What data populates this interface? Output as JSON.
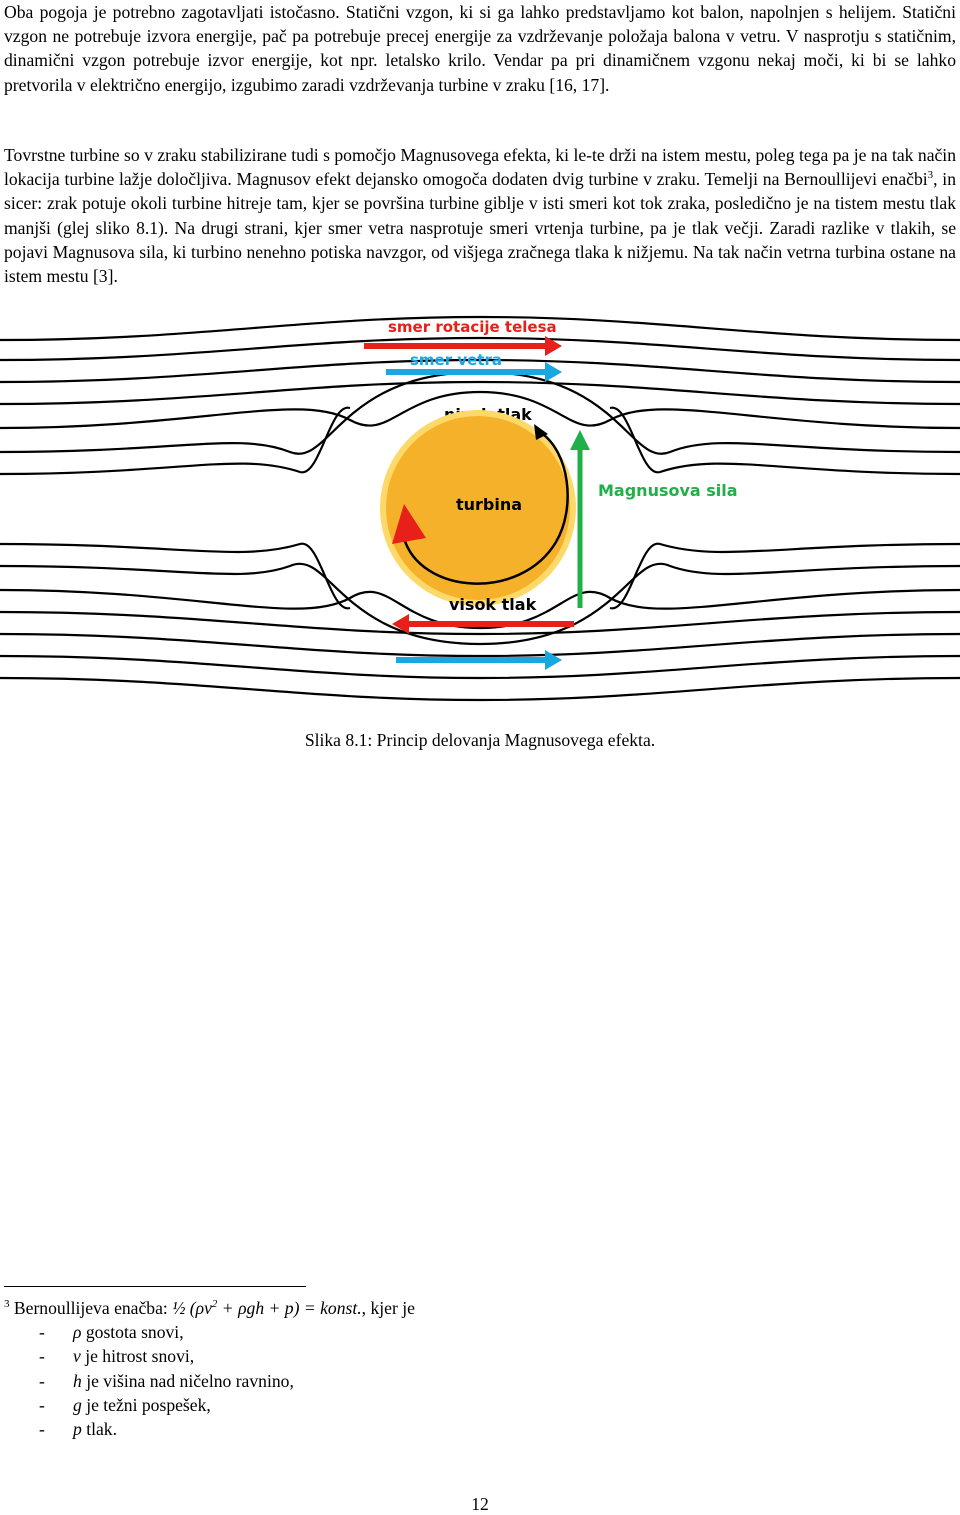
{
  "paragraphs": [
    "Oba pogoja je potrebno zagotavljati istočasno. Statični vzgon, ki si ga lahko predstavljamo kot balon, napolnjen s helijem. Statični vzgon ne potrebuje izvora energije, pač pa potrebuje precej energije za vzdrževanje položaja balona v vetru. V nasprotju s statičnim, dinamični vzgon potrebuje izvor energije, kot npr. letalsko krilo. Vendar pa pri dinamičnem vzgonu nekaj moči, ki bi se lahko pretvorila v električno energijo, izgubimo zaradi vzdrževanja turbine v zraku [16, 17].",
    "Tovrstne turbine so v zraku stabilizirane tudi s pomočjo Magnusovega efekta, ki le-te drži na istem mestu, poleg tega pa je na tak način lokacija turbine lažje določljiva. Magnusov efekt dejansko omogoča dodaten dvig turbine v zraku. Temelji na Bernoullijevi enačbi"
  ],
  "paragraph2_sup": "3",
  "paragraph2_rest": ", in sicer: zrak potuje okoli turbine hitreje tam, kjer se površina turbine giblje v isti smeri kot tok zraka, posledično je na tistem mestu tlak manjši (glej sliko 8.1). Na drugi strani, kjer smer vetra nasprotuje smeri vrtenja turbine, pa je tlak večji. Zaradi razlike v tlakih, se pojavi Magnusova sila, ki turbino nenehno potiska navzgor, od višjega zračnega tlaka k nižjemu. Na tak način vetrna turbina ostane na istem mestu [3].",
  "figure": {
    "labels": {
      "rotation": "smer rotacije telesa",
      "wind": "smer vetra",
      "low_pressure": "nizek tlak",
      "turbine": "turbina",
      "magnus_force": "Magnusova sila",
      "high_pressure": "visok tlak"
    },
    "colors": {
      "red": "#e8201a",
      "blue": "#1aa6e0",
      "green": "#1fb04a",
      "turbine_fill": "#f6b12a",
      "turbine_ring": "#fdd96a"
    }
  },
  "caption": "Slika 8.1: Princip delovanja Magnusovega efekta.",
  "footnote": {
    "number": "3",
    "intro_prefix": "Bernoullijeva enačba: ",
    "equation_html": "½ (ρv<sup>2</sup> + ρgh + p) = konst.",
    "intro_suffix": ", kjer je",
    "items": [
      {
        "dash": "-",
        "symbol": "ρ",
        "text": " gostota snovi,"
      },
      {
        "dash": "-",
        "symbol": "v",
        "text": " je hitrost snovi,"
      },
      {
        "dash": "-",
        "symbol": "h",
        "text": " je višina nad ničelno ravnino,"
      },
      {
        "dash": "-",
        "symbol": "g",
        "text": " je težni pospešek,"
      },
      {
        "dash": "-",
        "symbol": "p",
        "text": " tlak."
      }
    ]
  },
  "page_number": "12"
}
